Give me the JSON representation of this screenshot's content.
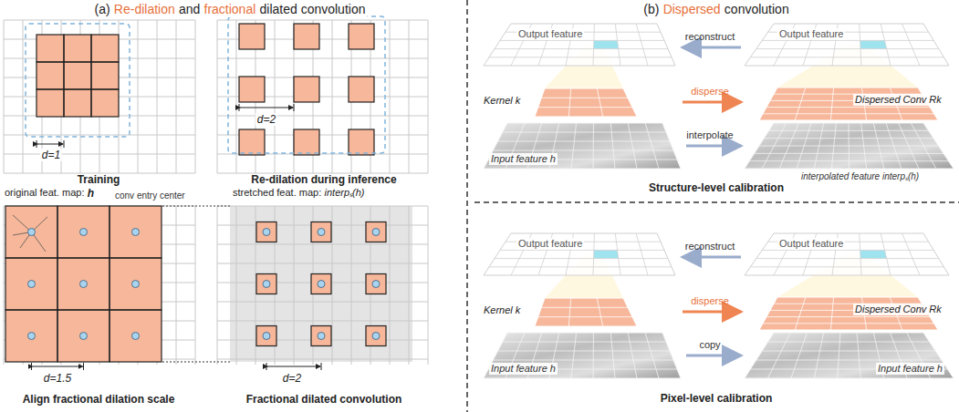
{
  "diagram": {
    "labels": [
      "(a)",
      "Re-dilation",
      "and",
      "fractional",
      "dilated convolution",
      "(b)",
      "Dispersed",
      "convolution",
      "d=1",
      "Training",
      "original feat. map:",
      "h",
      "conv entry center",
      "d=2",
      "Re-dilation during inference",
      "stretched feat. map:",
      "interpₛ(h)",
      "d=1.5",
      "Align fractional dilation scale",
      "d=2",
      "Fractional dilated convolution",
      "Output feature",
      "reconstruct",
      "Output feature",
      "disperse",
      "Kernel k",
      "interpolate",
      "Dispersed Conv Rk",
      "Input feature h",
      "interpolated feature interpₛ(h)",
      "Structure-level calibration",
      "Output feature",
      "reconstruct",
      "Output feature",
      "disperse",
      "Kernel k",
      "copy",
      "Dispersed Conv Rk",
      "Input feature h",
      "Input feature h",
      "Pixel-level calibration"
    ]
  }
}
